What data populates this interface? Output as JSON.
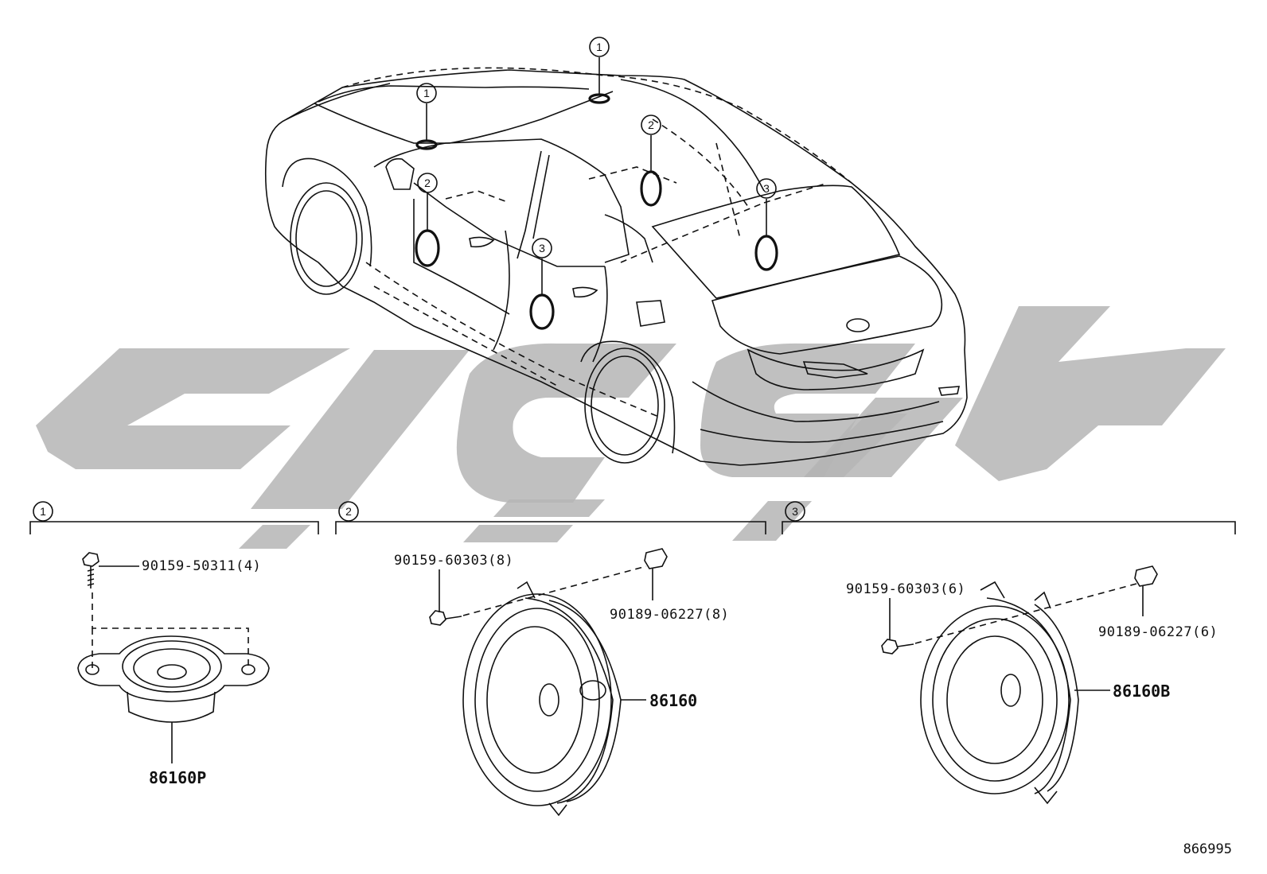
{
  "callouts": {
    "one": "1",
    "two": "2",
    "three": "3"
  },
  "groups": [
    {
      "marker": "1",
      "parts": [
        {
          "label": "90159-50311(4)"
        },
        {
          "label": "86160P"
        }
      ]
    },
    {
      "marker": "2",
      "parts": [
        {
          "label": "90159-60303(8)"
        },
        {
          "label": "90189-06227(8)"
        },
        {
          "label": "86160"
        }
      ]
    },
    {
      "marker": "3",
      "parts": [
        {
          "label": "90159-60303(6)"
        },
        {
          "label": "90189-06227(6)"
        },
        {
          "label": "86160B"
        }
      ]
    }
  ],
  "diagram_id": "866995",
  "colors": {
    "ink": "#111111",
    "watermark": "#b5b5b5",
    "background": "#ffffff"
  }
}
